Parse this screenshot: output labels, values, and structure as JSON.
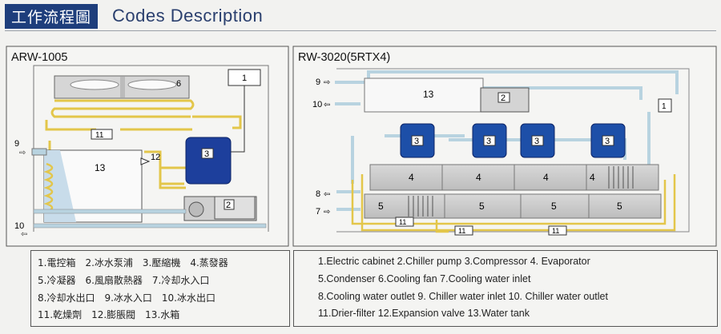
{
  "header": {
    "title_cn": "工作流程圖",
    "title_en": "Codes Description"
  },
  "models": {
    "left": "ARW-1005",
    "right": "RW-3020(5RTX4)"
  },
  "labels": {
    "n1": "1",
    "n2": "2",
    "n3": "3",
    "n4": "4",
    "n5": "5",
    "n6": "6",
    "n7": "7",
    "n8": "8",
    "n9": "9",
    "n10": "10",
    "n11": "11",
    "n12": "12",
    "n13": "13"
  },
  "colors": {
    "frame_blue": "#1e3e7c",
    "compressor": "#1d4fa8",
    "pipe_yellow": "#e3c64a",
    "pipe_blue": "#b8d3e0"
  },
  "legend_cn": {
    "line1": "1.電控箱　2.冰水泵浦　3.壓縮機　4.蒸發器",
    "line2": "5.冷凝器　6.風扇散熱器　7.冷却水入口",
    "line3": "8.冷却水出口　9.冰水入口　10.冰水出口",
    "line4": "11.乾燥劑　12.膨脹閥　13.水箱"
  },
  "legend_en": {
    "line1": "1.Electric cabinet  2.Chiller pump  3.Compressor  4. Evaporator",
    "line2": "5.Condenser            6.Cooling fan     7.Cooling water inlet",
    "line3": "8.Cooling water outlet  9. Chiller water inlet  10. Chiller water outlet",
    "line4": "11.Drier-filter       12.Expansion valve  13.Water tank"
  }
}
